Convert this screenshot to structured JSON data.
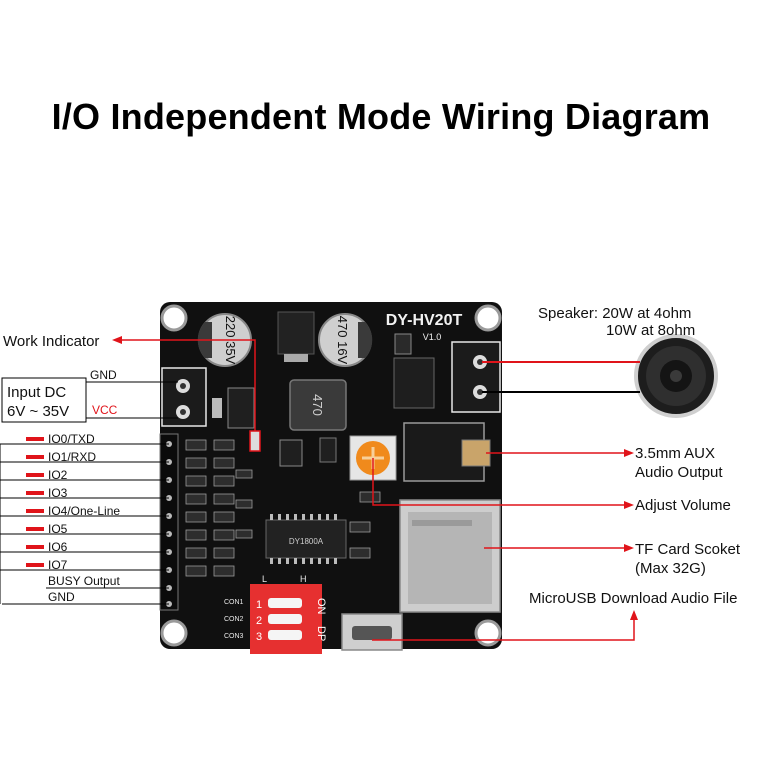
{
  "title": "I/O Independent Mode Wiring Diagram",
  "colors": {
    "red": "#e0141a",
    "pcb": "#111111",
    "black": "#000000"
  },
  "board": {
    "model": "DY-HV20T",
    "version": "V1.0",
    "cap_left": "220 35V",
    "cap_right": "470 16V",
    "inductor": "470",
    "chip": "DY1800A",
    "switch_on": "ON",
    "switch_dp": "DP",
    "switch_nums": [
      "1",
      "2",
      "3"
    ],
    "con_labels": [
      "CON1",
      "CON2",
      "CON3"
    ],
    "lh": [
      "L",
      "H"
    ]
  },
  "labels": {
    "work_indicator": "Work Indicator",
    "input_dc": "Input DC",
    "voltage": "6V ~ 35V",
    "gnd_top": "GND",
    "vcc": "VCC",
    "speaker_line1": "Speaker: 20W at 4ohm",
    "speaker_line2": "10W at 8ohm",
    "aux_line1": "3.5mm AUX",
    "aux_line2": "Audio Output",
    "adjust_volume": "Adjust Volume",
    "tf_line1": "TF Card Scoket",
    "tf_line2": "(Max 32G)",
    "microusb": "MicroUSB Download Audio File",
    "busy": "BUSY Output",
    "gnd_bottom": "GND"
  },
  "io_pins": [
    "IO0/TXD",
    "IO1/RXD",
    "IO2",
    "IO3",
    "IO4/One-Line",
    "IO5",
    "IO6",
    "IO7"
  ]
}
